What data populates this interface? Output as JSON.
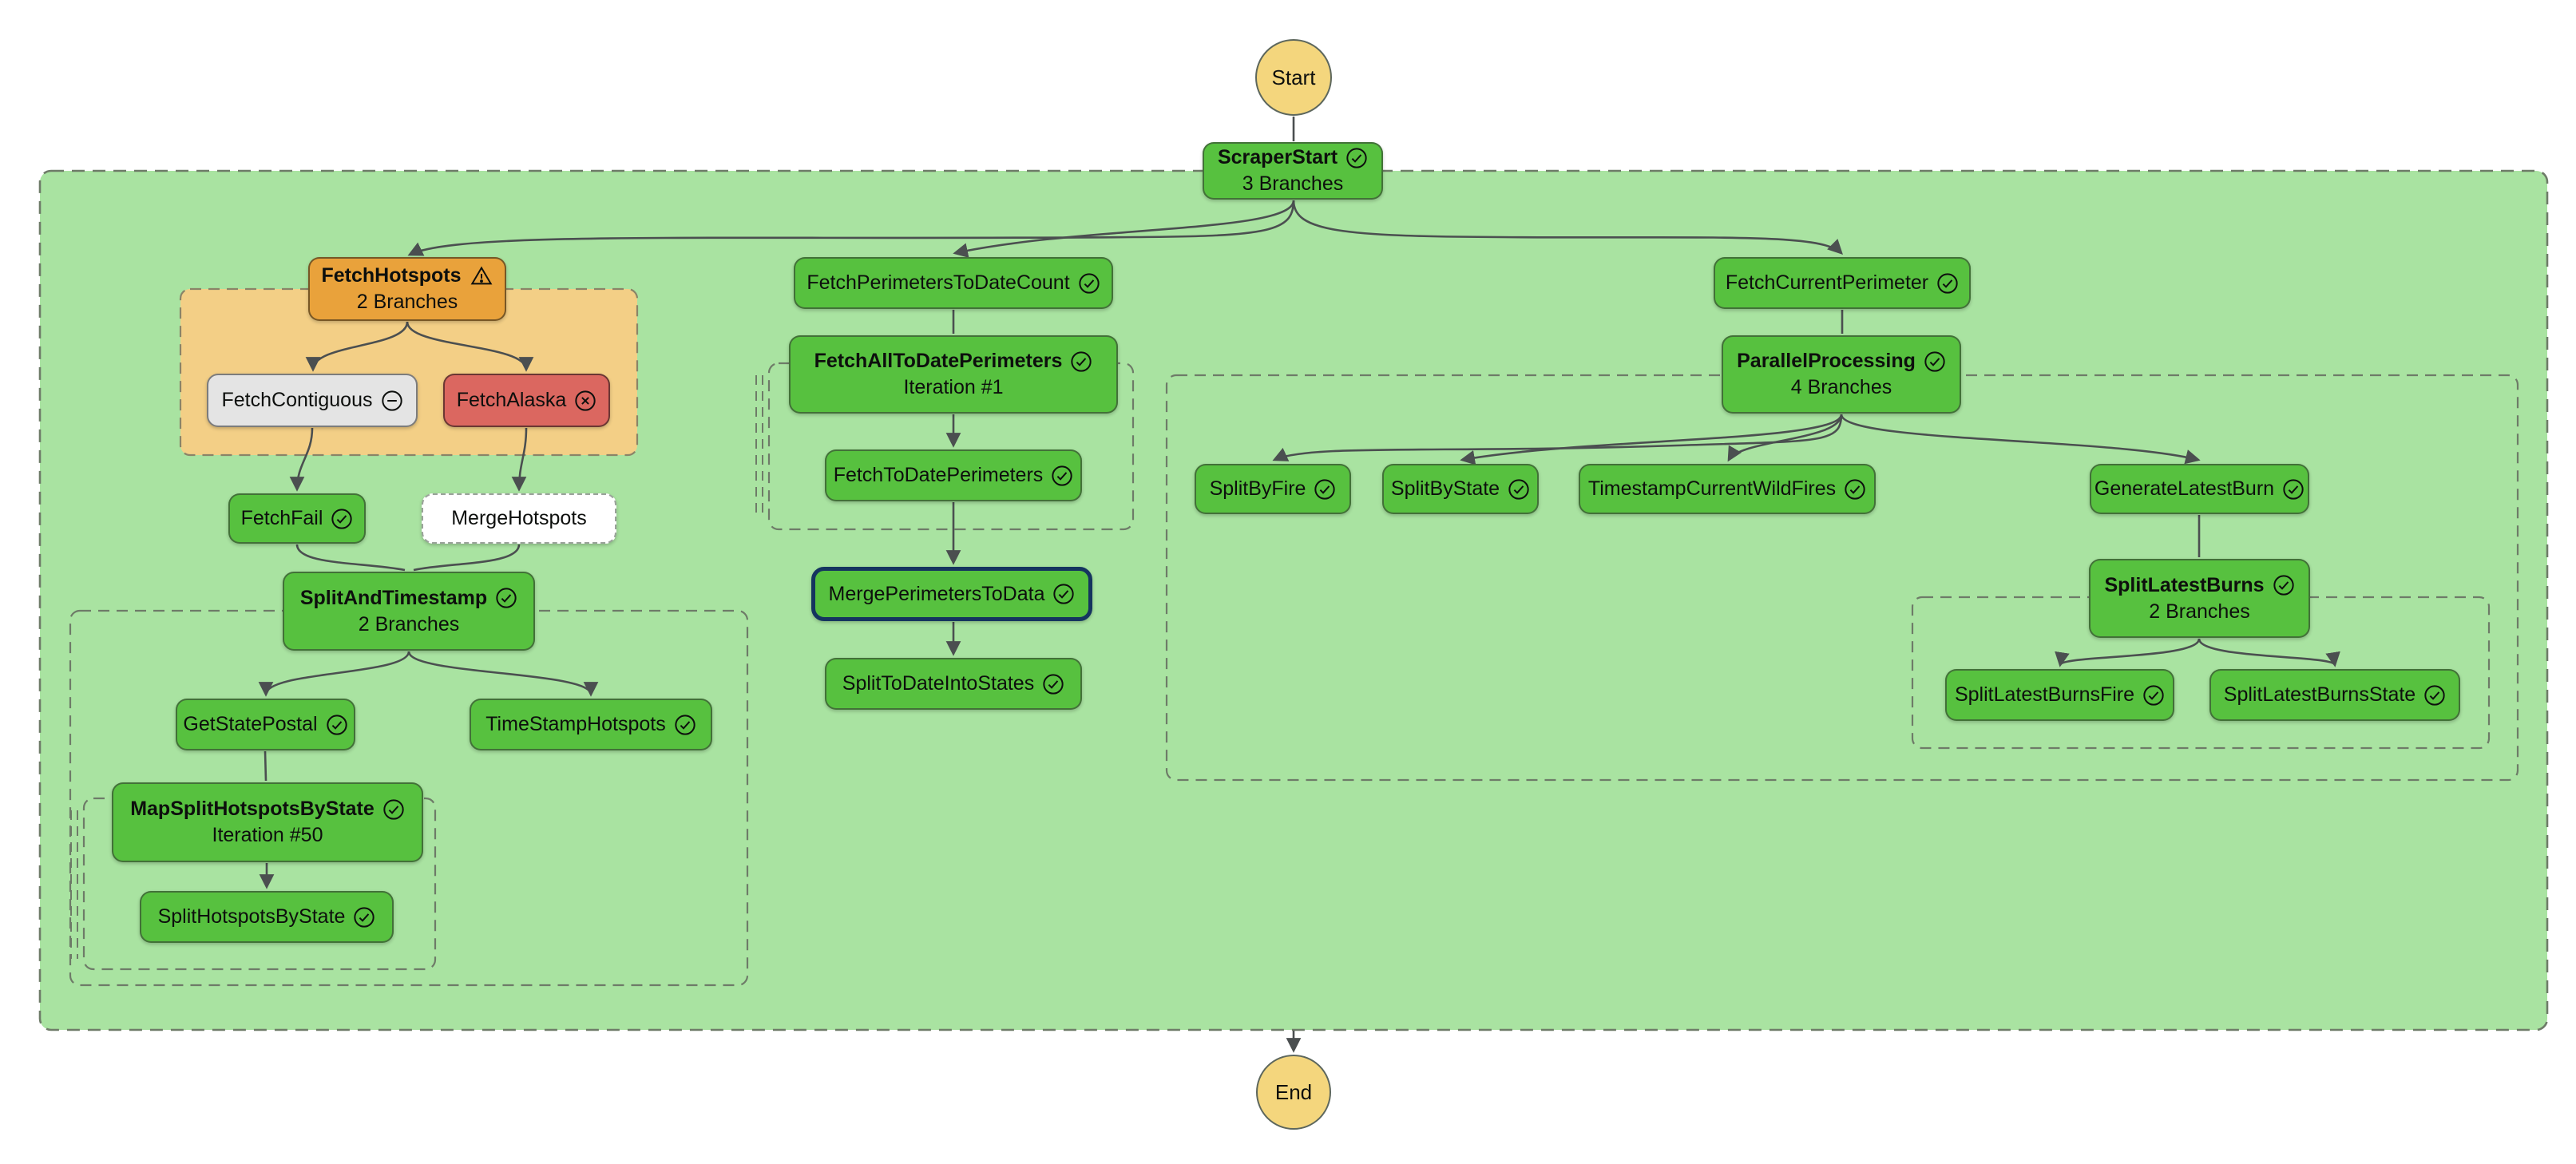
{
  "terminals": {
    "start_label": "Start",
    "end_label": "End"
  },
  "colors": {
    "node_success_green": "#57C13F",
    "node_warning_orange": "#E9A23B",
    "node_failed_red": "#DB6760",
    "node_skipped_gray": "#E4E4E4",
    "node_pending_white": "#FFFFFF",
    "container_green": "#A9E3A1",
    "container_orange": "#F3CF86",
    "terminal_yellow": "#F4D67D",
    "edge_gray": "#4B4F50",
    "selected_outline_navy": "#15345F"
  },
  "icons": {
    "success": "check-circle-icon",
    "failed": "x-circle-icon",
    "skipped": "minus-circle-icon",
    "warning": "warning-triangle-icon"
  },
  "nodes": {
    "scraper_start": {
      "label": "ScraperStart",
      "sublabel": "3 Branches",
      "status": "success"
    },
    "fetch_hotspots": {
      "label": "FetchHotspots",
      "sublabel": "2 Branches",
      "status": "warning"
    },
    "fetch_contiguous": {
      "label": "FetchContiguous",
      "status": "skipped"
    },
    "fetch_alaska": {
      "label": "FetchAlaska",
      "status": "failed"
    },
    "fetch_fail": {
      "label": "FetchFail",
      "status": "success"
    },
    "merge_hotspots": {
      "label": "MergeHotspots",
      "status": "pending"
    },
    "split_and_timestamp": {
      "label": "SplitAndTimestamp",
      "sublabel": "2 Branches",
      "status": "success"
    },
    "get_state_postal": {
      "label": "GetStatePostal",
      "status": "success"
    },
    "timestamp_hotspots": {
      "label": "TimeStampHotspots",
      "status": "success"
    },
    "map_split_hotspots_by_state": {
      "label": "MapSplitHotspotsByState",
      "sublabel": "Iteration #50",
      "status": "success"
    },
    "split_hotspots_by_state": {
      "label": "SplitHotspotsByState",
      "status": "success"
    },
    "fetch_perimeters_to_date_count": {
      "label": "FetchPerimetersToDateCount",
      "status": "success"
    },
    "fetch_all_to_date_perimeters": {
      "label": "FetchAllToDatePerimeters",
      "sublabel": "Iteration #1",
      "status": "success"
    },
    "fetch_to_date_perimeters": {
      "label": "FetchToDatePerimeters",
      "status": "success"
    },
    "merge_perimeters_to_data": {
      "label": "MergePerimetersToData",
      "status": "success",
      "selected": true
    },
    "split_to_date_into_states": {
      "label": "SplitToDateIntoStates",
      "status": "success"
    },
    "fetch_current_perimeter": {
      "label": "FetchCurrentPerimeter",
      "status": "success"
    },
    "parallel_processing": {
      "label": "ParallelProcessing",
      "sublabel": "4 Branches",
      "status": "success"
    },
    "split_by_fire": {
      "label": "SplitByFire",
      "status": "success"
    },
    "split_by_state": {
      "label": "SplitByState",
      "status": "success"
    },
    "timestamp_current_wild_fires": {
      "label": "TimestampCurrentWildFires",
      "status": "success"
    },
    "generate_latest_burn": {
      "label": "GenerateLatestBurn",
      "status": "success"
    },
    "split_latest_burns": {
      "label": "SplitLatestBurns",
      "sublabel": "2 Branches",
      "status": "success"
    },
    "split_latest_burns_fire": {
      "label": "SplitLatestBurnsFire",
      "status": "success"
    },
    "split_latest_burns_state": {
      "label": "SplitLatestBurnsState",
      "status": "success"
    }
  }
}
